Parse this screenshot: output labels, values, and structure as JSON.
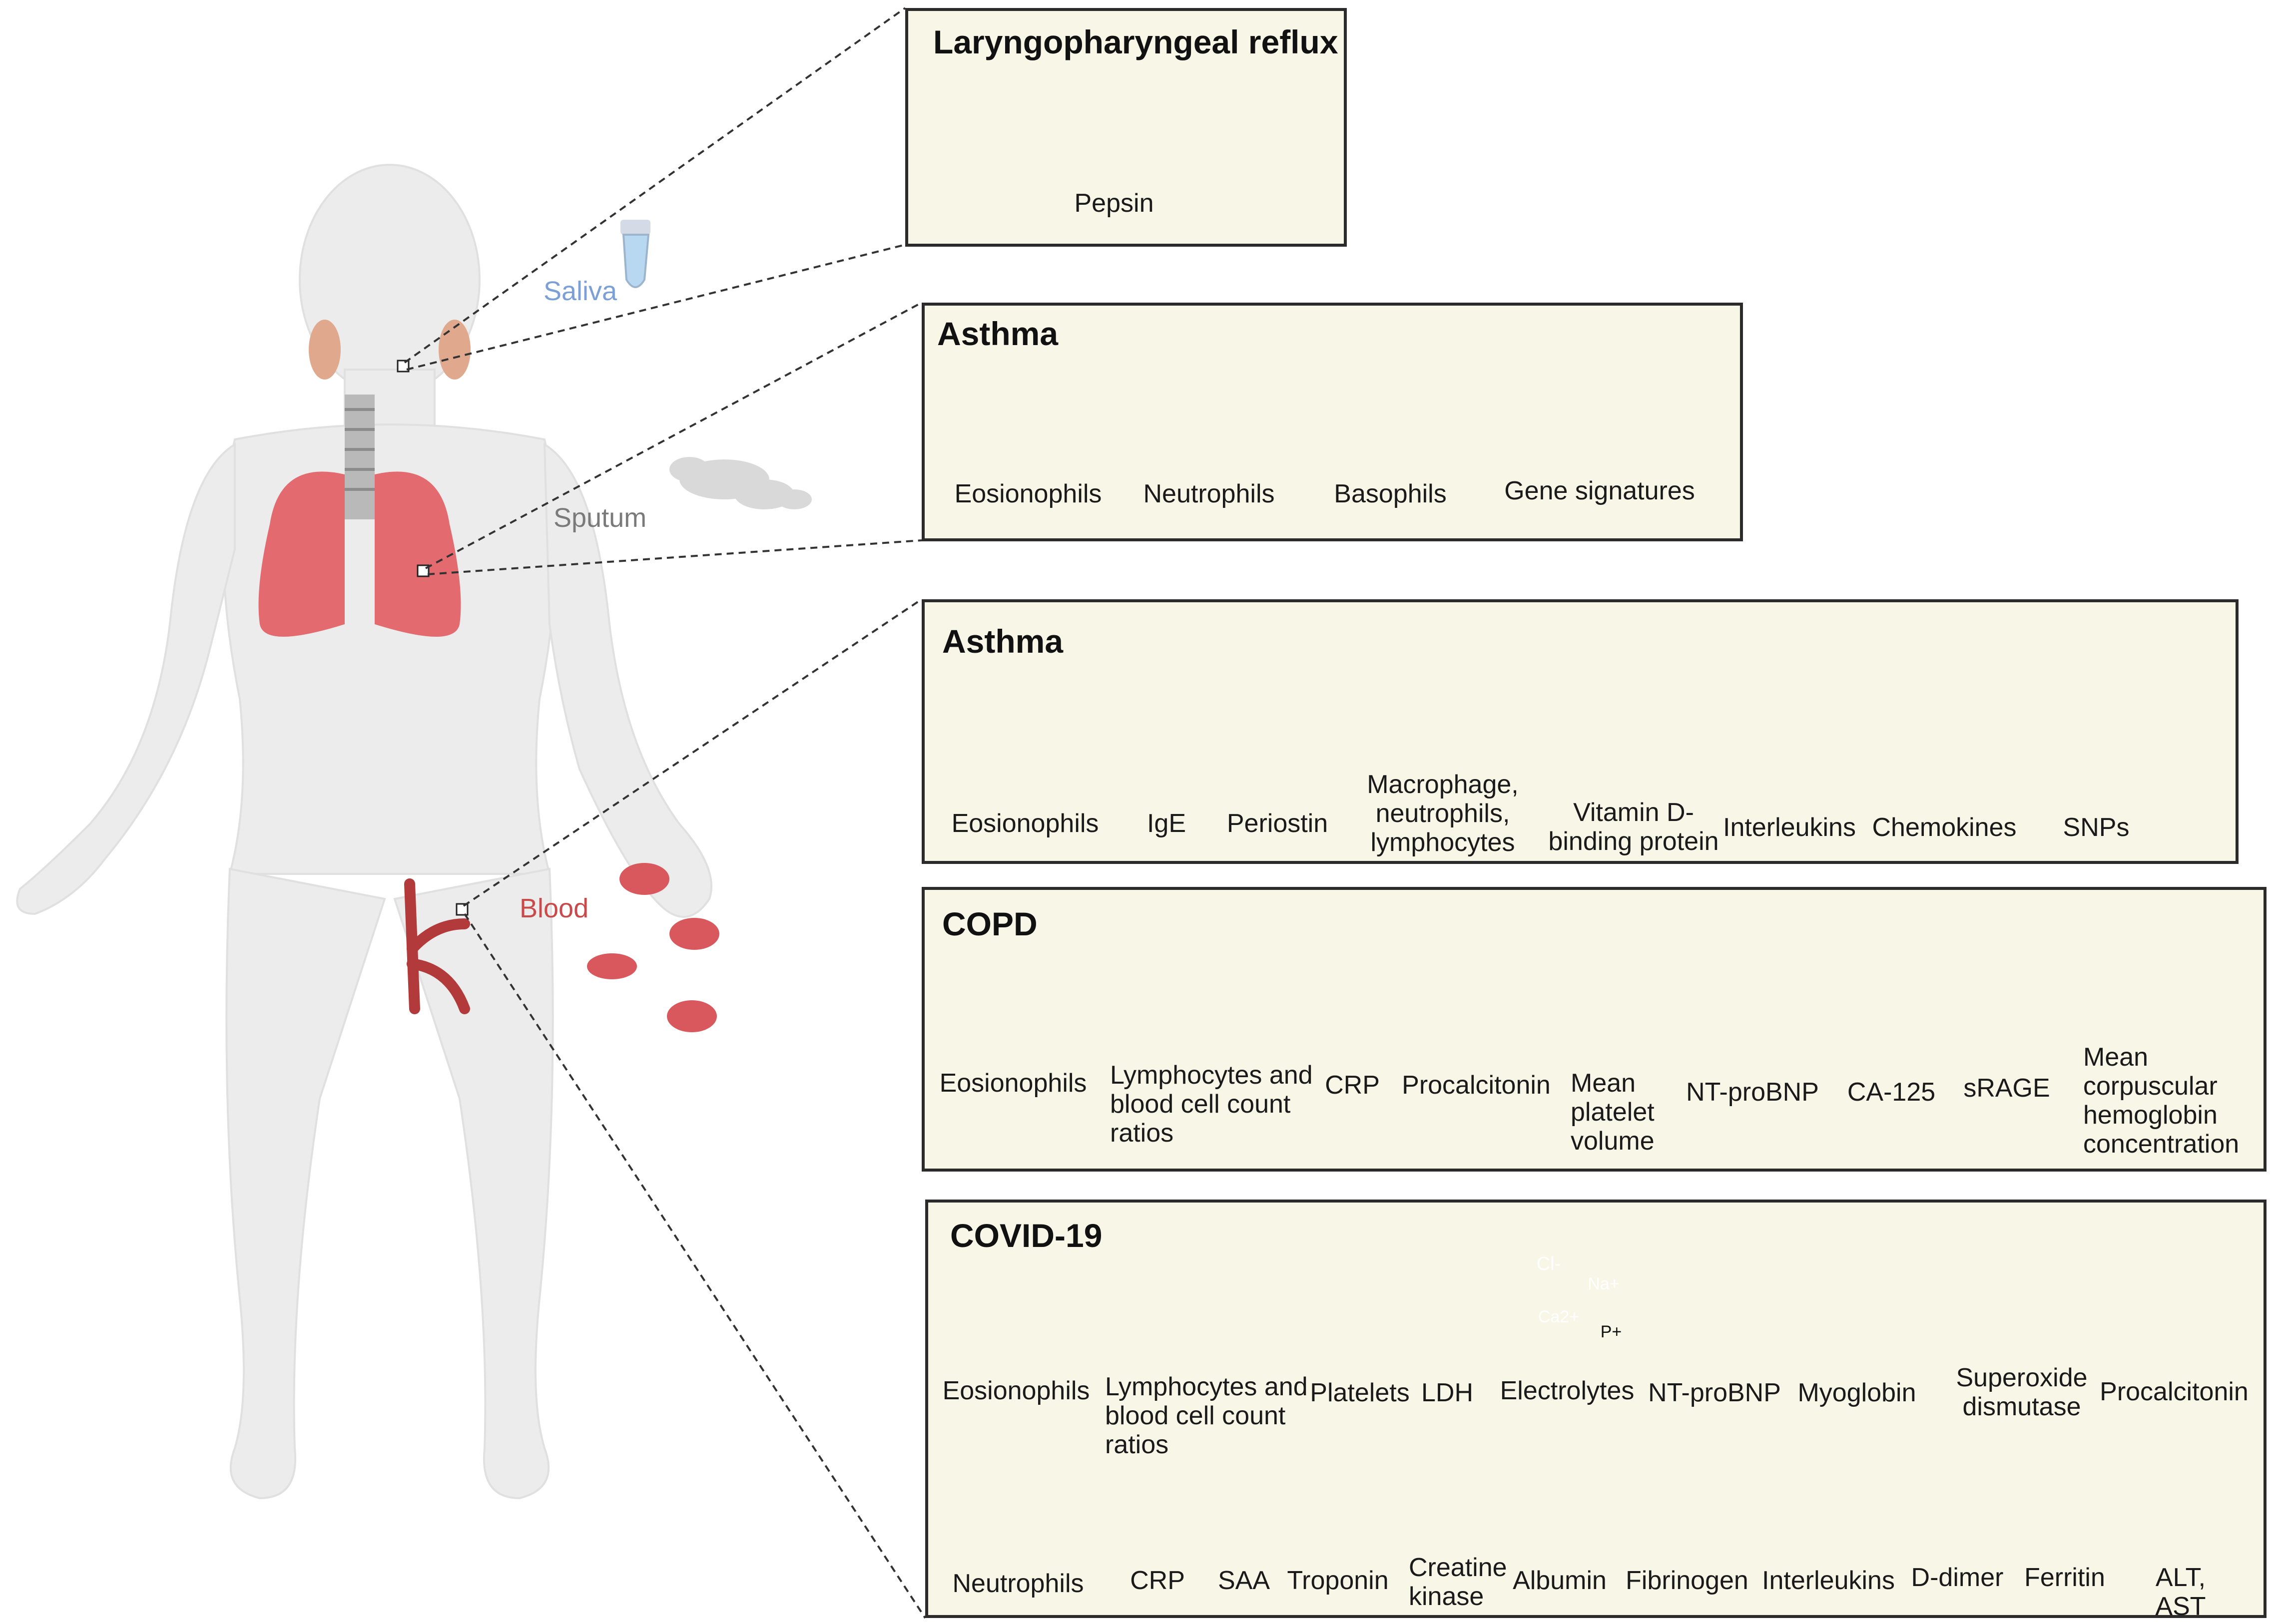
{
  "body_map": {
    "samples": {
      "saliva": "Saliva",
      "sputum": "Sputum",
      "blood": "Blood"
    },
    "colors": {
      "saliva": "#7b9fd6",
      "sputum": "#7a7a7a",
      "blood": "#c94a4a"
    }
  },
  "panels": {
    "lpr": {
      "title": "Laryngopharyngeal reflux",
      "items": [
        "Pepsin"
      ]
    },
    "asthma_sputum": {
      "title": "Asthma",
      "items": [
        "Eosionophils",
        "Neutrophils",
        "Basophils",
        "Gene signatures"
      ]
    },
    "asthma_blood": {
      "title": "Asthma",
      "items": [
        "Eosionophils",
        "IgE",
        "Periostin",
        "Macrophage,\nneutrophils,\nlymphocytes",
        "Vitamin D-\nbinding protein",
        "Interleukins",
        "Chemokines",
        "SNPs"
      ]
    },
    "copd": {
      "title": "COPD",
      "items": [
        "Eosionophils",
        "Lymphocytes and\nblood cell count\nratios",
        "CRP",
        "Procalcitonin",
        "Mean\nplatelet\nvolume",
        "NT-proBNP",
        "CA-125",
        "sRAGE",
        "Mean\ncorpuscular\nhemoglobin\nconcentration"
      ]
    },
    "covid": {
      "title": "COVID-19",
      "row1": [
        "Eosionophils",
        "Lymphocytes and\nblood cell count\nratios",
        "Platelets",
        "LDH",
        "Electrolytes",
        "NT-proBNP",
        "Myoglobin",
        "Superoxide\ndismutase",
        "Procalcitonin"
      ],
      "row2": [
        "Neutrophils",
        "CRP",
        "SAA",
        "Troponin",
        "Creatine\nkinase",
        "Albumin",
        "Fibrinogen",
        "Interleukins",
        "D-dimer",
        "Ferritin",
        "ALT, AST"
      ],
      "ions": [
        "Cl-",
        "Na+",
        "Ca2+",
        "P+"
      ]
    }
  },
  "icons": {
    "saliva": "saliva-tube-icon",
    "sputum": "sputum-icon",
    "blood": "red-blood-cell-icon",
    "cell": "cell-icon",
    "antibody": "antibody-icon",
    "protein": "protein-icon",
    "dna": "dna-icon"
  }
}
